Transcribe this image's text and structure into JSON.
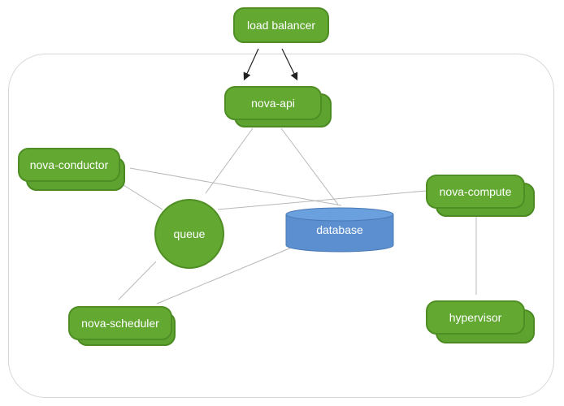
{
  "diagram": {
    "nodes": {
      "load_balancer": "load balancer",
      "nova_api": "nova-api",
      "nova_conductor": "nova-conductor",
      "nova_compute": "nova-compute",
      "queue": "queue",
      "database": "database",
      "nova_scheduler": "nova-scheduler",
      "hypervisor": "hypervisor"
    },
    "colors": {
      "node_fill": "#62a831",
      "node_border": "#4f8e24",
      "database_fill": "#5b8fd0",
      "database_top": "#6aa0dd",
      "connector": "#b8b8b8",
      "arrow": "#222222",
      "frame": "#d6d6d6"
    }
  }
}
